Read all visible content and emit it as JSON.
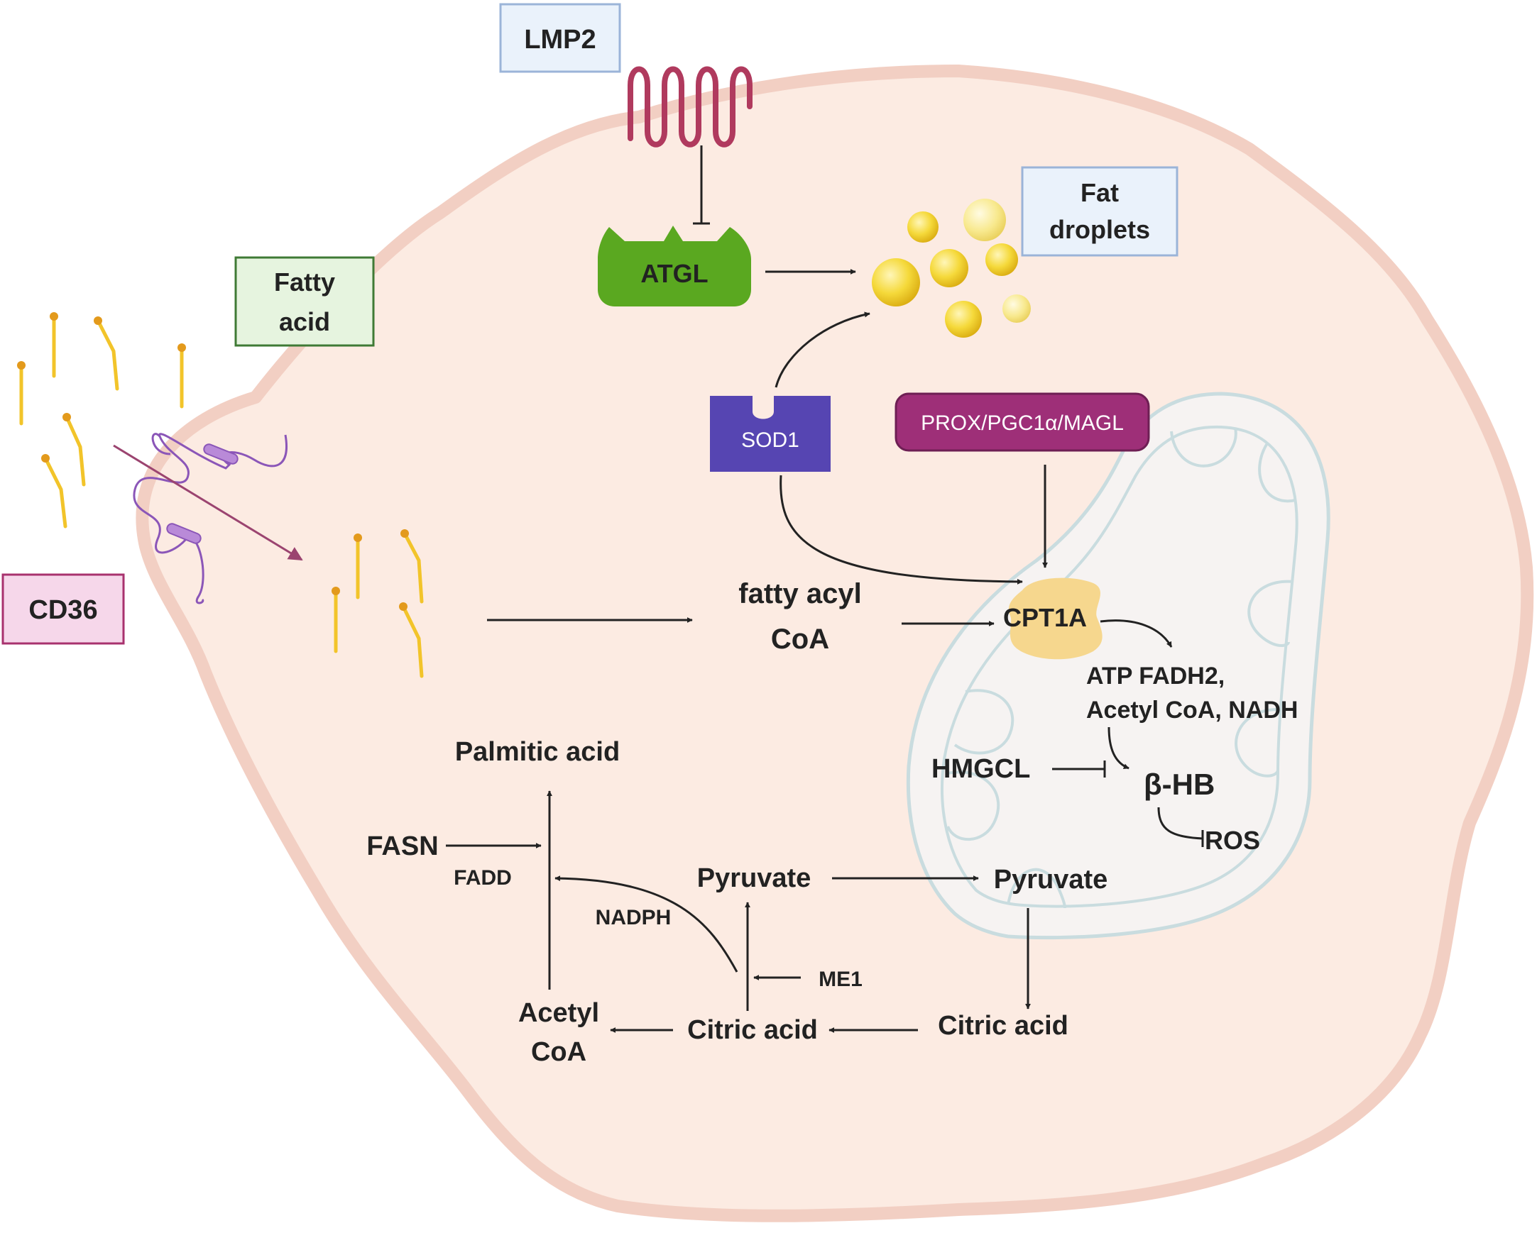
{
  "labels": {
    "lmp2": "LMP2",
    "atgl": "ATGL",
    "fat_droplets_line1": "Fat",
    "fat_droplets_line2": "droplets",
    "fatty_acid_line1": "Fatty",
    "fatty_acid_line2": "acid",
    "cd36": "CD36",
    "sod1": "SOD1",
    "prox_complex": "PROX/PGC1α/MAGL",
    "fatty_acyl_coa_line1": "fatty acyl",
    "fatty_acyl_coa_line2": "CoA",
    "cpt1a": "CPT1A",
    "mito_products_line1": "ATP FADH2,",
    "mito_products_line2": "Acetyl CoA, NADH",
    "hmgcl": "HMGCL",
    "beta_hb": "β-HB",
    "ros": "ROS",
    "palmitic_acid": "Palmitic acid",
    "fasn": "FASN",
    "fadd": "FADD",
    "nadph": "NADPH",
    "pyruvate_cyto": "Pyruvate",
    "pyruvate_mito": "Pyruvate",
    "me1": "ME1",
    "acetyl_coa_line1": "Acetyl",
    "acetyl_coa_line2": "CoA",
    "citric_acid_cyto": "Citric acid",
    "citric_acid_mito": "Citric acid"
  },
  "colors": {
    "cell_fill": "#fcebe2",
    "cell_membrane": "#f2cfc3",
    "mito_fill": "#f6f3f2",
    "mito_membrane": "#c9dcdf",
    "atgl_green": "#5aa820",
    "sod1_purple": "#5645b2",
    "prox_magenta": "#9e2f78",
    "lmp2_receptor": "#b03a5e",
    "cpt1a_yellow": "#f6d78e",
    "fatty_acid_yellow": "#f2c42a",
    "fatty_acid_head": "#e39a1c",
    "cd36_purple": "#8b56b8",
    "box_blue_fill": "#eaf2fb",
    "box_blue_border": "#9bb4d8",
    "box_green_fill": "#e6f4df",
    "box_green_border": "#3f7a35",
    "box_pink_fill": "#f6d7ea",
    "box_pink_border": "#a8326e",
    "arrow": "#222222"
  }
}
